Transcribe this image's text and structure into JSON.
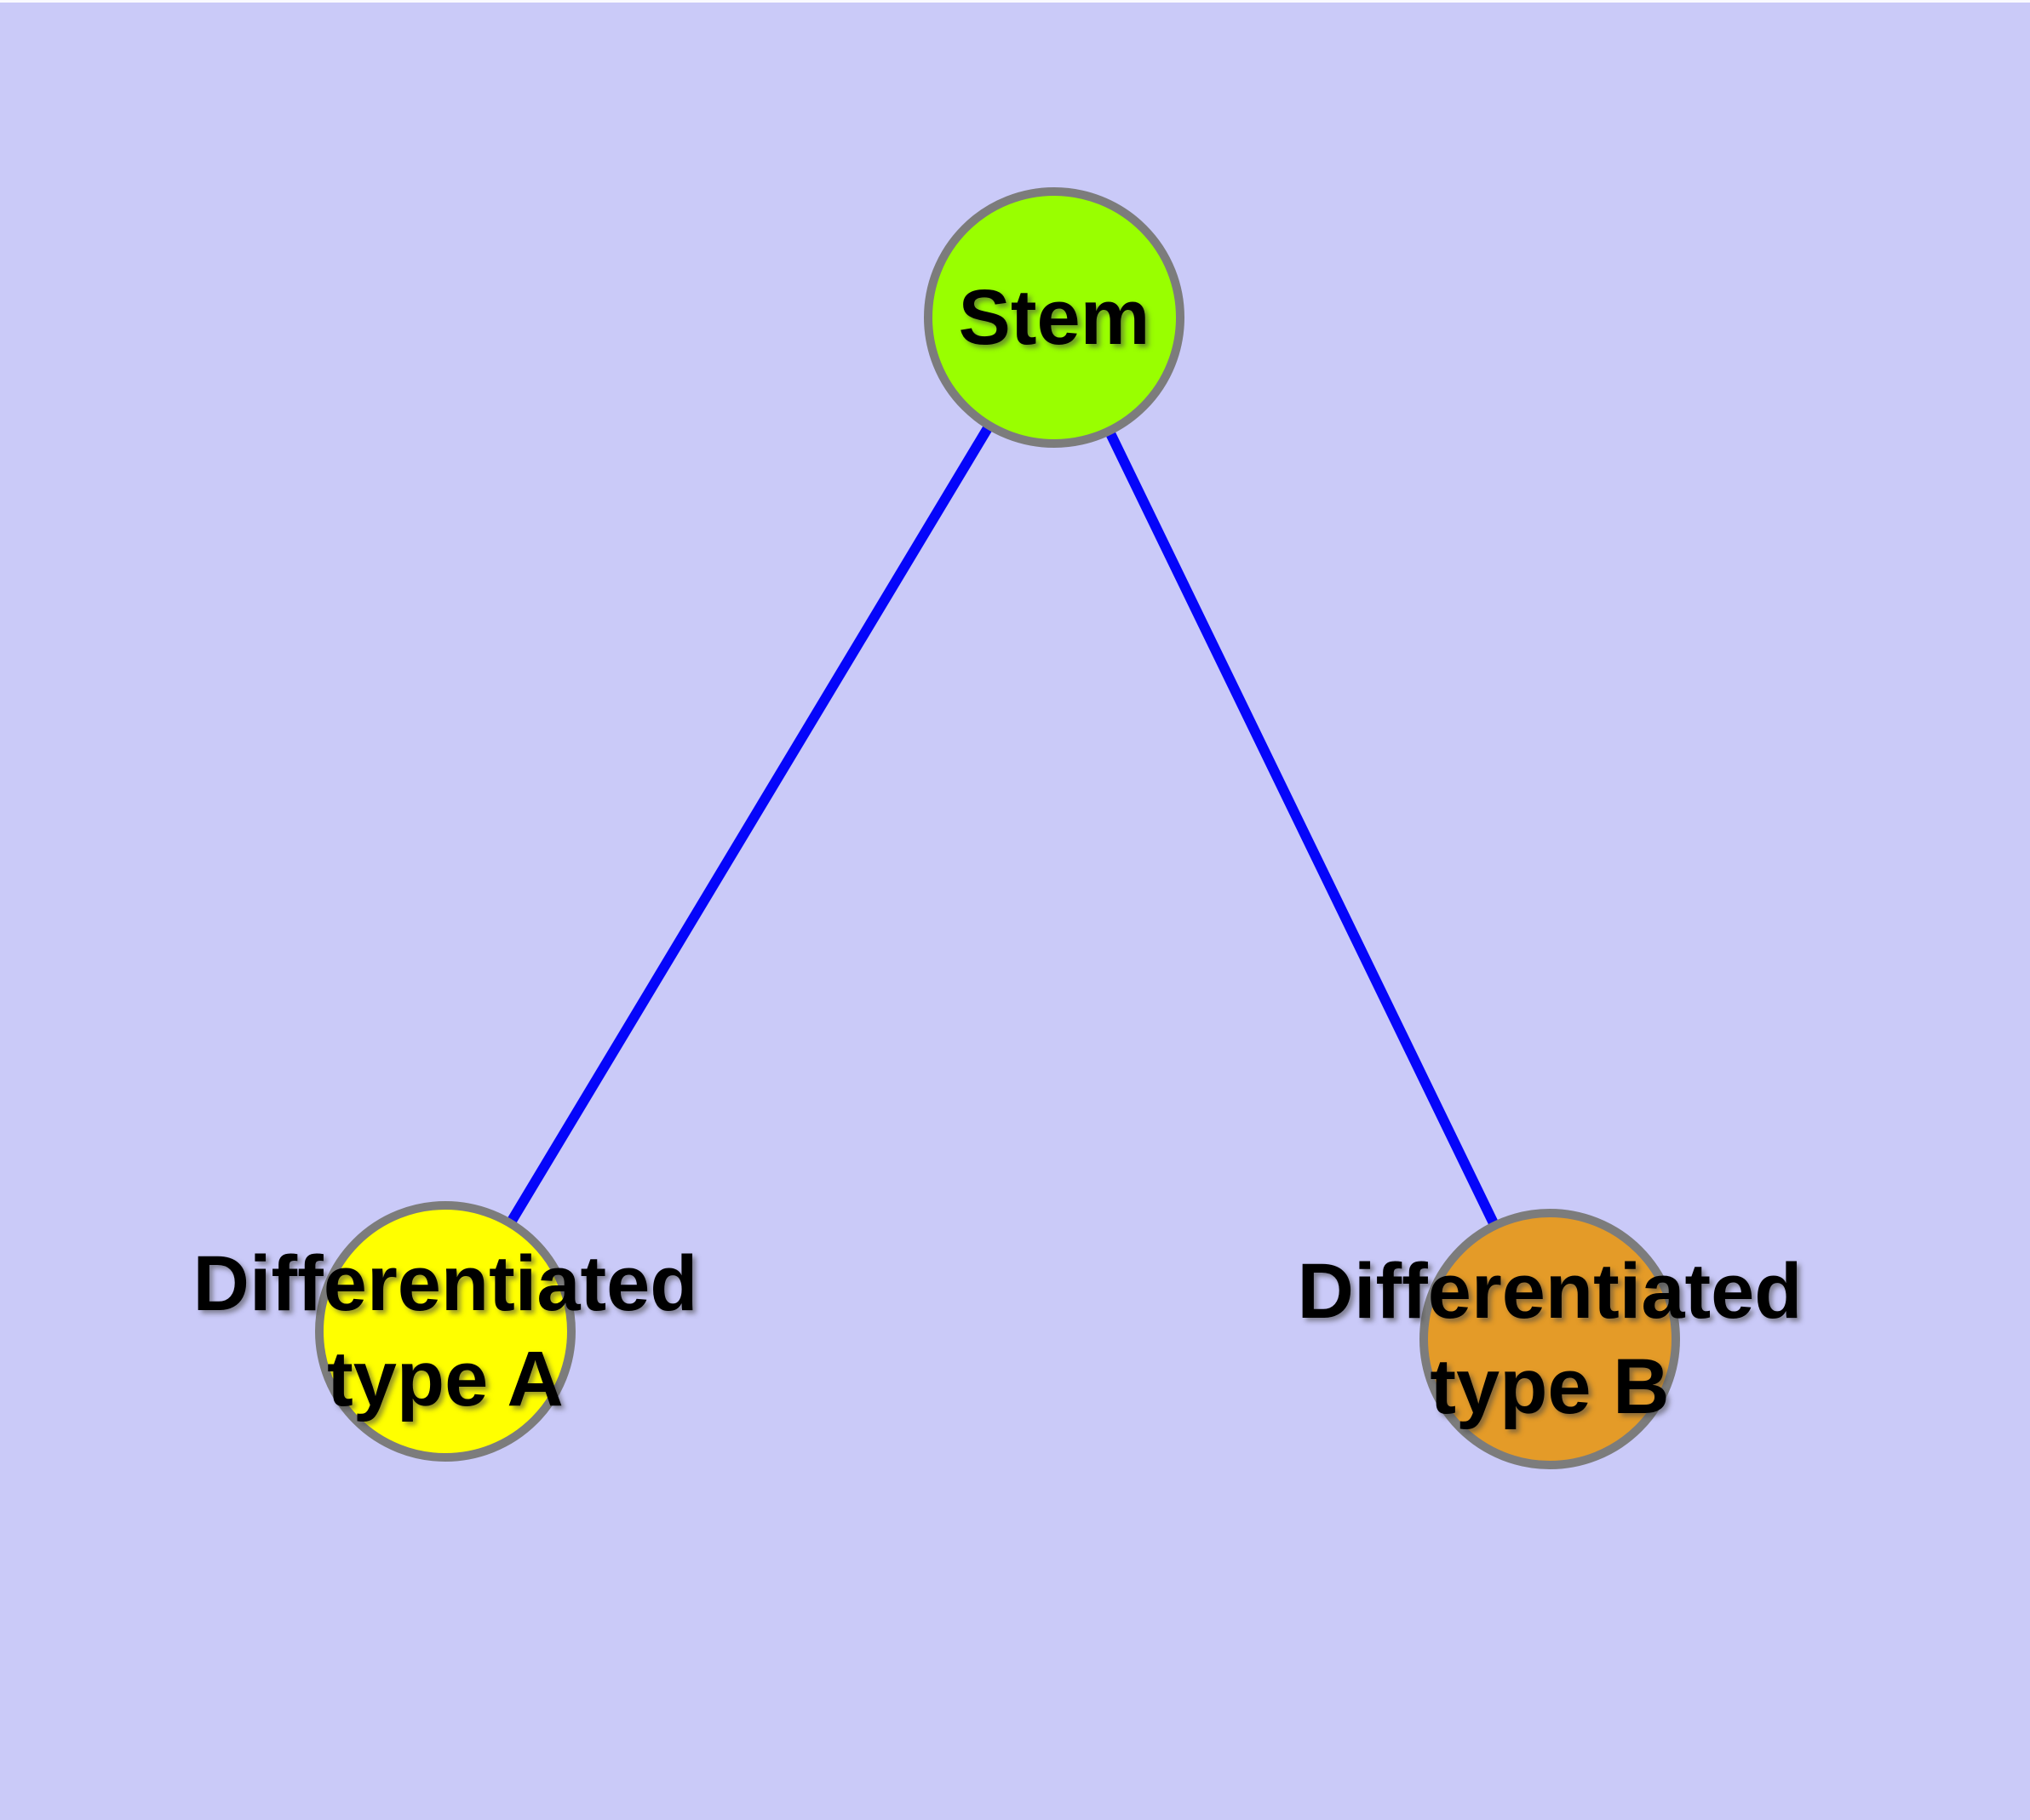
{
  "diagram": {
    "background_color": "#cacaf8",
    "top_strip_color": "#fafaff",
    "node_border_color": "#7c7c7c",
    "label_color": "#000000",
    "edge": {
      "color": "#0505fa",
      "width": 12
    },
    "nodes": [
      {
        "id": "stem",
        "lines": [
          "Stem"
        ],
        "fill": "#99ff00"
      },
      {
        "id": "differentiated-type-a",
        "lines": [
          "Differentiated",
          "type A"
        ],
        "fill": "#ffff00"
      },
      {
        "id": "differentiated-type-b",
        "lines": [
          "Differentiated",
          "type B"
        ],
        "fill": "#e49b28"
      }
    ],
    "edges": [
      {
        "from": "Stem",
        "to": "Differentiated type A"
      },
      {
        "from": "Stem",
        "to": "Differentiated type B"
      }
    ]
  }
}
